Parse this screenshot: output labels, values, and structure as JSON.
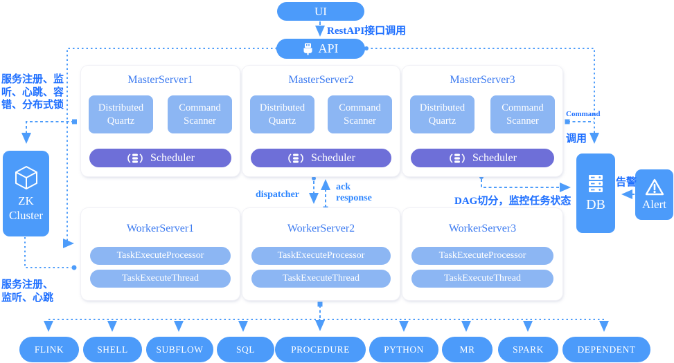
{
  "colors": {
    "primary_blue": "#4C9BFA",
    "light_blue": "#8CB6F3",
    "scheduler_purple": "#6E6FD8",
    "title_text": "#3D7BF0",
    "label_text": "#1E6FFF",
    "wire_blue": "#4D9CFA"
  },
  "nodes": {
    "ui": {
      "label": "UI"
    },
    "api": {
      "label": "API",
      "icon": "usb-plug-icon"
    },
    "zk": {
      "line1": "ZK",
      "line2": "Cluster",
      "icon": "cube-icon"
    },
    "db": {
      "label": "DB",
      "icon": "database-server-icon"
    },
    "alert": {
      "label": "Alert",
      "icon": "warning-triangle-icon"
    }
  },
  "masters": [
    {
      "title": "MasterServer1",
      "quartz": "Distributed Quartz",
      "scanner": "Command Scanner",
      "scheduler": "Scheduler"
    },
    {
      "title": "MasterServer2",
      "quartz": "Distributed Quartz",
      "scanner": "Command Scanner",
      "scheduler": "Scheduler"
    },
    {
      "title": "MasterServer3",
      "quartz": "Distributed Quartz",
      "scanner": "Command Scanner",
      "scheduler": "Scheduler"
    }
  ],
  "workers": [
    {
      "title": "WorkerServer1",
      "processor": "TaskExecuteProcessor",
      "thread": "TaskExecuteThread"
    },
    {
      "title": "WorkerServer2",
      "processor": "TaskExecuteProcessor",
      "thread": "TaskExecuteThread"
    },
    {
      "title": "WorkerServer3",
      "processor": "TaskExecuteProcessor",
      "thread": "TaskExecuteThread"
    }
  ],
  "task_types": [
    "FLINK",
    "SHELL",
    "SUBFLOW",
    "SQL",
    "PROCEDURE",
    "PYTHON",
    "MR",
    "SPARK",
    "DEPENDENT"
  ],
  "edge_labels": {
    "rest_api": "RestAPI接口调用",
    "zk_register_master": "服务注册、监\n听、心跳、容\n错、分布式锁",
    "zk_register_worker": "服务注册、\n监听、心跳",
    "dispatcher": "dispatcher",
    "ack": "ack\nresponse",
    "command": "Command",
    "command_call": "调用",
    "dag_split": "DAG切分，监控任务状态",
    "alarm": "告警"
  }
}
